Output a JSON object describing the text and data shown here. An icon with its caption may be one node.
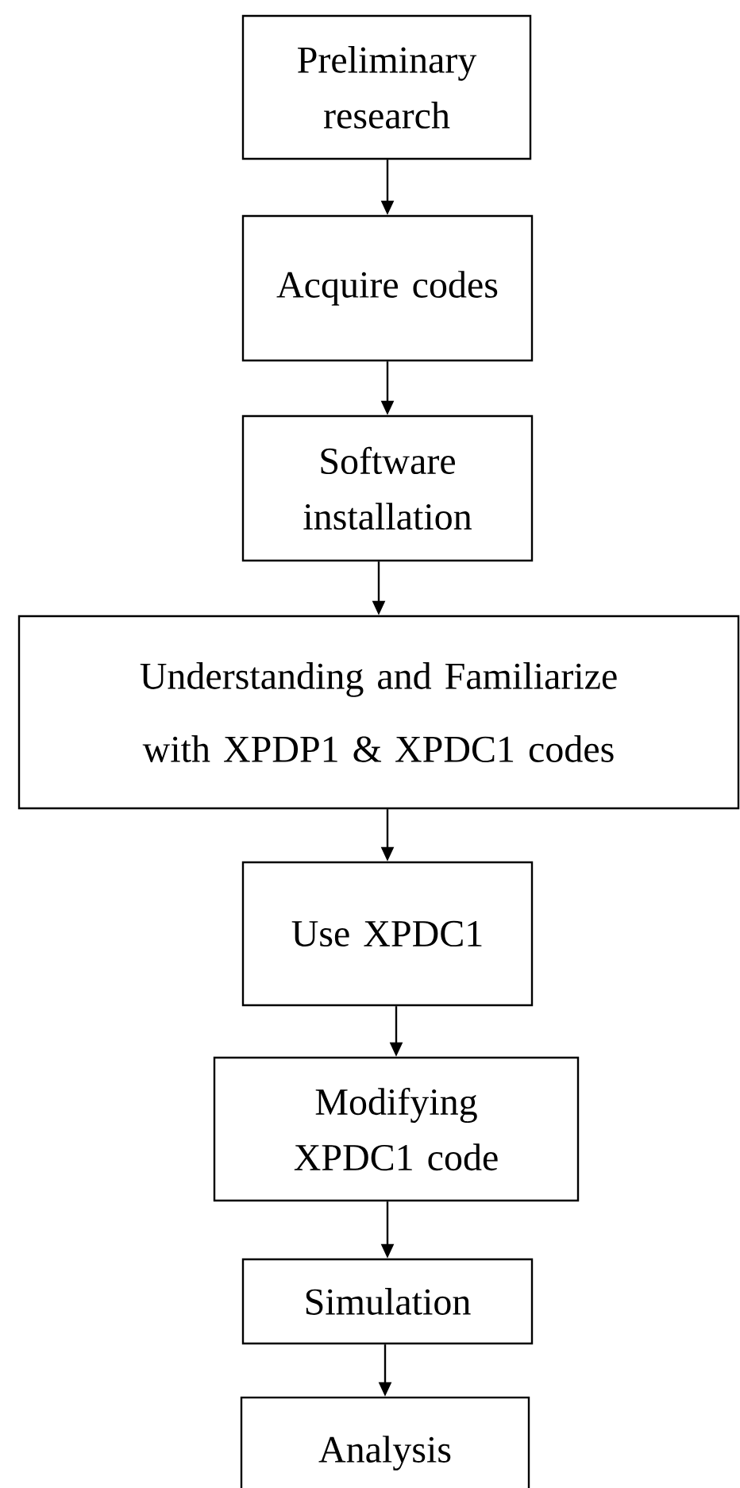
{
  "diagram": {
    "nodes": [
      {
        "text": [
          "Preliminary research"
        ]
      },
      {
        "text": [
          "Acquire codes"
        ]
      },
      {
        "text": [
          "Software installation"
        ]
      },
      {
        "text": [
          "Understanding and Familiarize with XPDP1 & XPDC1 codes"
        ]
      },
      {
        "text": [
          "Use XPDC1"
        ]
      },
      {
        "text": [
          "Modifying XPDC1 code"
        ]
      },
      {
        "text": [
          "Simulation"
        ]
      },
      {
        "text": [
          "Analysis"
        ]
      }
    ],
    "edges": [
      {
        "from": 0,
        "to": 1,
        "arrow": "to"
      },
      {
        "from": 1,
        "to": 2,
        "arrow": "to"
      },
      {
        "from": 2,
        "to": 3,
        "arrow": "to"
      },
      {
        "from": 3,
        "to": 4,
        "arrow": "to"
      },
      {
        "from": 4,
        "to": 5,
        "arrow": "to"
      },
      {
        "from": 5,
        "to": 6,
        "arrow": "to"
      },
      {
        "from": 6,
        "to": 7,
        "arrow": "to"
      }
    ]
  }
}
